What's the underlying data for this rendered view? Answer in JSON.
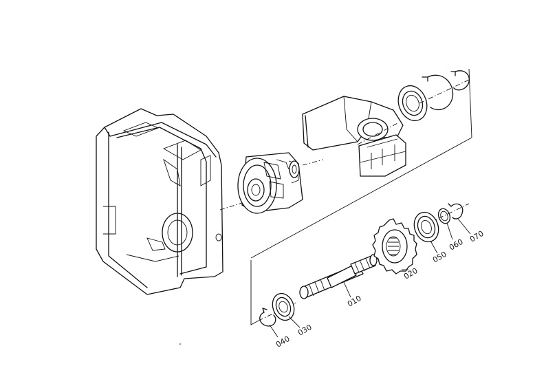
{
  "part_labels": {
    "p010": "010",
    "p020": "020",
    "p030": "030",
    "p040": "040",
    "p050": "050",
    "p060": "060",
    "p070": "070"
  }
}
